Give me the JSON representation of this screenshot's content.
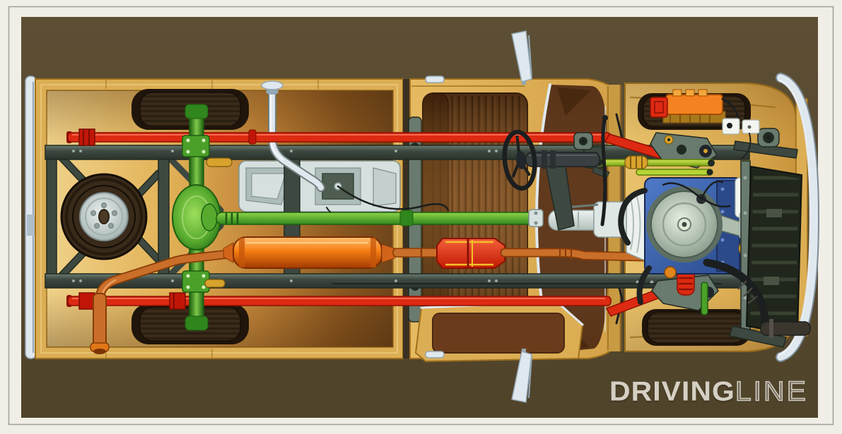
{
  "illustration": {
    "subject": "Overhead X-ray cutaway illustration of a pickup truck chassis and drivetrain",
    "view": "top-down, front of truck at right"
  },
  "watermark": {
    "bold": "DRIVING",
    "light": "LINE"
  },
  "palette": {
    "page": "#f1eee7",
    "rule": "#a5a29b",
    "panel": "#574a30",
    "tan": "#dcae54",
    "tanlight": "#efd08a",
    "shade": "#a0701e",
    "beddark": "#6f451a",
    "well": "#20150b",
    "tire": "#392a1a",
    "tread": "#241a0d",
    "frame": "#3d4840",
    "framelight": "#697a6e",
    "framedark": "#212a22",
    "rivet": "#9aa99f",
    "red": "#dd2a12",
    "reddark": "#8f1001",
    "orange": "#f58220",
    "orangedeep": "#a83c04",
    "copper": "#c96f2a",
    "copperdark": "#8a3c06",
    "green": "#4ba029",
    "greenlight": "#8fd549",
    "greendark": "#1d5f10",
    "lime": "#b5d435",
    "limedark": "#5d7e0c",
    "gold": "#d8a32c",
    "golddark": "#7c5a10",
    "silver": "#d6e0de",
    "silvermid": "#aebcba",
    "silverdark": "#7e908e",
    "chrome": "#dfe8ee",
    "chromedark": "#93a7b4",
    "seat": "#6e4420",
    "seatstripe": "#49290d",
    "seatdark": "#553010",
    "windshield": "#613a1e",
    "engine": "#3f67b2",
    "enginedark": "#22407c",
    "cleaner": "#aebdad",
    "cleanerlight": "#e2ead9",
    "cleanerdark": "#7b8e80",
    "radiator": "#20261b",
    "fin": "#3b4433",
    "black": "#1b1e1f",
    "white": "#f3f5f1",
    "logo": "#e7e3da"
  }
}
